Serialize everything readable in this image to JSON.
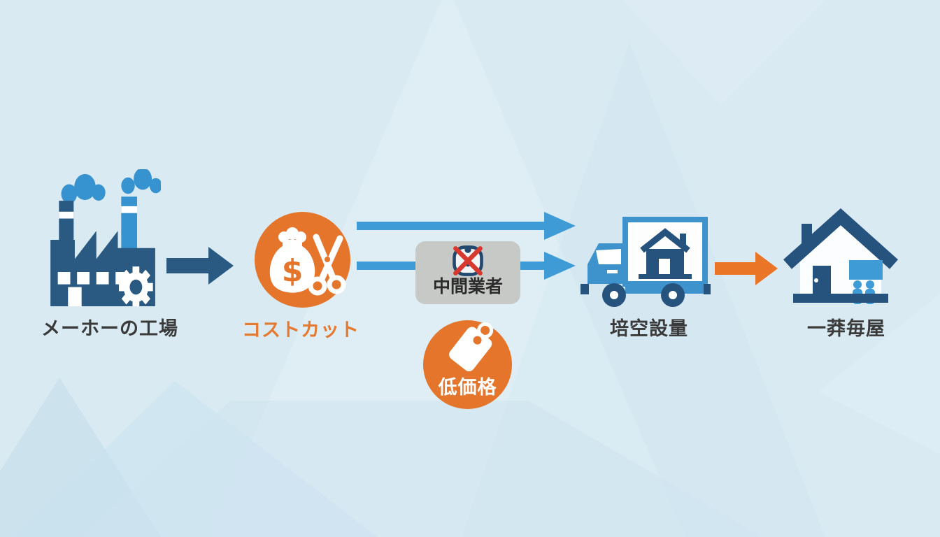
{
  "nodes": {
    "factory": {
      "label": "メーホーの工場",
      "icon": "factory-icon"
    },
    "cost_cut": {
      "label": "コストカット",
      "icon": "money-bag-scissors-icon",
      "circle_color": "#e5752a"
    },
    "middleman": {
      "label": "中間業者",
      "icon": "no-middleman-icon",
      "box_color": "#c7c9c6"
    },
    "low_price": {
      "label": "低価格",
      "icon": "price-tag-icon",
      "circle_color": "#e5752a"
    },
    "delivery": {
      "label": "培空設量",
      "icon": "delivery-truck-icon"
    },
    "home": {
      "label": "一莽毎屋",
      "icon": "house-family-icon"
    }
  },
  "arrows": [
    {
      "name": "factory-to-costcut-arrow",
      "color": "#2a5a82",
      "direction": "right"
    },
    {
      "name": "direct-arrow-top",
      "color": "#3e9bd6",
      "direction": "right"
    },
    {
      "name": "direct-arrow-bottom",
      "color": "#3e9bd6",
      "direction": "right"
    },
    {
      "name": "delivery-to-home-arrow",
      "color": "#ea7526",
      "direction": "right"
    }
  ],
  "colors": {
    "background": "#d9eaf2",
    "navy": "#2a5a82",
    "blue": "#3e9bd6",
    "light_blue": "#3793cf",
    "orange": "#e5752a",
    "orange_label_text": "#e5792f",
    "gray_box": "#c7c9c6",
    "label_text": "#3a3a3a",
    "red_cross": "#d8392e",
    "white": "#ffffff"
  }
}
